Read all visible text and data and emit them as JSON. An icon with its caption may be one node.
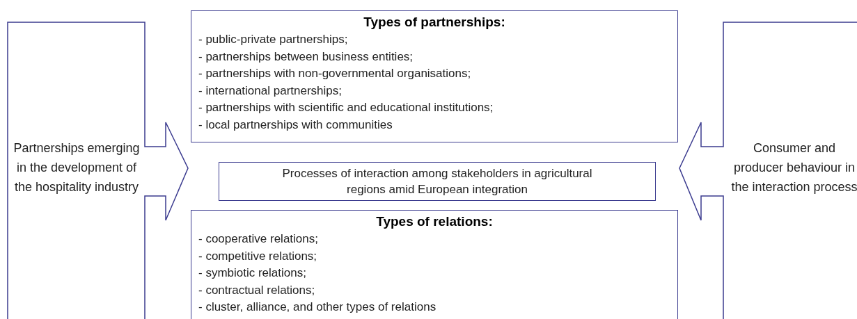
{
  "diagram": {
    "nodes": [
      {
        "text": [
          "Partnerships emerging in the development of the hospitality industry"
        ]
      },
      {
        "text": [
          "Types of partnerships:",
          "- public-private partnerships;",
          "- partnerships between business entities;",
          "- partnerships with non-governmental organisations;",
          "- international partnerships;",
          "- partnerships with scientific and educational institutions;",
          "- local partnerships with communities"
        ]
      },
      {
        "text": [
          "Processes of interaction among stakeholders in agricultural regions amid European integration"
        ]
      },
      {
        "text": [
          "Types of relations:",
          "- cooperative relations;",
          "- competitive relations;",
          "- symbiotic relations;",
          "- contractual relations;",
          "- cluster, alliance, and other types of relations"
        ]
      },
      {
        "text": [
          "Consumer and producer behaviour in the interaction process"
        ]
      }
    ]
  }
}
